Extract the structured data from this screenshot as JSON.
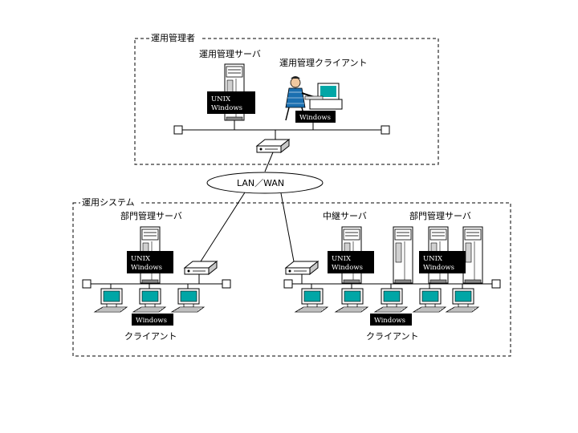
{
  "admin_area": {
    "title": "運用管理者"
  },
  "admin_server": {
    "label": "運用管理サーバ",
    "os": [
      "UNIX",
      "Windows"
    ]
  },
  "admin_client": {
    "label": "運用管理クライアント",
    "os": [
      "Windows"
    ]
  },
  "network": {
    "label": "LAN／WAN"
  },
  "system_area": {
    "title": "運用システム"
  },
  "dept_server_left": {
    "label": "部門管理サーバ",
    "os": [
      "UNIX",
      "Windows"
    ]
  },
  "relay_server": {
    "label": "中継サーバ",
    "os": [
      "UNIX",
      "Windows"
    ]
  },
  "dept_server_right": {
    "label": "部門管理サーバ",
    "os": [
      "UNIX",
      "Windows"
    ]
  },
  "clients_left": {
    "label": "クライアント",
    "os": [
      "Windows"
    ]
  },
  "clients_right": {
    "label": "クライアント",
    "os": [
      "Windows"
    ]
  },
  "colors": {
    "os_box": "#000000",
    "monitor_screen": "#00a6a6",
    "person_shirt": "#1a6fb0"
  }
}
